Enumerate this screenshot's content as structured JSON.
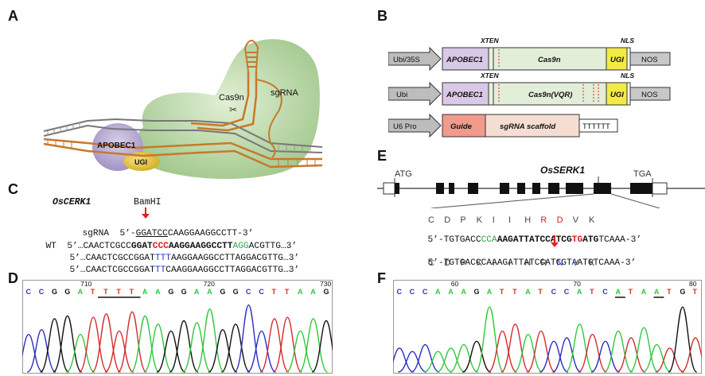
{
  "panels": {
    "a": "A",
    "b": "B",
    "c": "C",
    "d": "D",
    "e": "E",
    "f": "F"
  },
  "panelA": {
    "cas9n": "Cas9n",
    "sgrna": "sgRNA",
    "apobec1": "APOBEC1",
    "ugi": "UGI",
    "scissors": "✂"
  },
  "panelB": {
    "row1": {
      "promoter": "Ubi/35S",
      "apobec": "APOBEC1",
      "xten": "XTEN",
      "cas": "Cas9n",
      "nls": "NLS",
      "ugi": "UGI",
      "term": "NOS"
    },
    "row2": {
      "promoter": "Ubi",
      "apobec": "APOBEC1",
      "xten": "XTEN",
      "cas": "Cas9n(VQR)",
      "nls": "NLS",
      "ugi": "UGI",
      "term": "NOS"
    },
    "row3": {
      "promoter": "U6 Pro",
      "guide": "Guide",
      "scaffold": "sgRNA scaffold",
      "term": "TTTTTT"
    }
  },
  "panelC": {
    "gene": "OsCERK1",
    "site": "BamHI",
    "sgrna_label": "sgRNA",
    "sgrna_prefix": "5’-",
    "sgrna_site": "GGATCC",
    "sgrna_rest": "CAAGGAAGGCCTT-3’",
    "wt_label": "WT",
    "wt_a": "5’…CAACTCGCC",
    "wt_b": "GGAT",
    "wt_c": "CCC",
    "wt_d": "AAGGAAGGCCTT",
    "wt_e": "AGG",
    "wt_f": "ACGTTG…3’",
    "m1_a": "5’…CAACTCGCCGGAT",
    "m1_b": "TTT",
    "m1_c": "AAGGAAGGCCTTAGGACGTTG…3’",
    "m2_a": "5’…CAACTCGCCGGAT",
    "m2_b": "TT",
    "m2_c": "CAAGGAAGGCCTTAGGACGTTG…3’"
  },
  "panelD": {
    "ticks": [
      "710",
      "720",
      "730"
    ],
    "bases": [
      "C",
      "C",
      "G",
      "G",
      "A",
      "T",
      "T",
      "T",
      "T",
      "A",
      "A",
      "G",
      "G",
      "A",
      "A",
      "G",
      "G",
      "C",
      "C",
      "T",
      "T",
      "A",
      "A",
      "G"
    ],
    "peaks": [
      {
        "base": "C",
        "h": 0.55
      },
      {
        "base": "C",
        "h": 0.62
      },
      {
        "base": "G",
        "h": 0.78
      },
      {
        "base": "G",
        "h": 0.82
      },
      {
        "base": "A",
        "h": 0.55
      },
      {
        "base": "T",
        "h": 0.8
      },
      {
        "base": "T",
        "h": 0.85
      },
      {
        "base": "T",
        "h": 0.6
      },
      {
        "base": "T",
        "h": 0.88
      },
      {
        "base": "A",
        "h": 0.82
      },
      {
        "base": "A",
        "h": 0.7
      },
      {
        "base": "G",
        "h": 0.6
      },
      {
        "base": "G",
        "h": 0.75
      },
      {
        "base": "A",
        "h": 0.72
      },
      {
        "base": "A",
        "h": 0.92
      },
      {
        "base": "G",
        "h": 0.62
      },
      {
        "base": "G",
        "h": 0.7
      },
      {
        "base": "C",
        "h": 0.98
      },
      {
        "base": "C",
        "h": 0.6
      },
      {
        "base": "T",
        "h": 0.78
      },
      {
        "base": "T",
        "h": 0.8
      },
      {
        "base": "A",
        "h": 0.6
      },
      {
        "base": "A",
        "h": 0.78
      },
      {
        "base": "G",
        "h": 0.75
      }
    ]
  },
  "panelE": {
    "atg": "ATG",
    "gene": "OsSERK1",
    "tga": "TGA",
    "aa_top": [
      "C",
      "D",
      "P",
      "K",
      "I",
      "I",
      "H",
      "R",
      "D",
      "V",
      "K"
    ],
    "wt_a": "5’-TGTGACC",
    "wt_b": "CCA",
    "wt_c": "AAGATTATCCATCG",
    "wt_d": "TG",
    "wt_e": "ATG",
    "wt_f": "TCAAA-3’",
    "mut_a": "5’-TGTGACCCAAAGATTATCCATCGT",
    "mut_b": "A",
    "mut_c": "ATGTCAAA-3’",
    "aa_bot": [
      "C",
      "D",
      "P",
      "K",
      "I",
      "I",
      "H",
      "R",
      "N",
      "V",
      "K"
    ]
  },
  "panelF": {
    "ticks": [
      "60",
      "70",
      "80"
    ],
    "bases": [
      "C",
      "C",
      "C",
      "A",
      "A",
      "A",
      "G",
      "A",
      "T",
      "T",
      "A",
      "T",
      "C",
      "C",
      "A",
      "T",
      "C",
      "A",
      "T",
      "A",
      "A",
      "T",
      "G",
      "T"
    ],
    "peaks": [
      {
        "base": "C",
        "h": 0.35
      },
      {
        "base": "C",
        "h": 0.3
      },
      {
        "base": "C",
        "h": 0.4
      },
      {
        "base": "A",
        "h": 0.3
      },
      {
        "base": "A",
        "h": 0.35
      },
      {
        "base": "A",
        "h": 0.4
      },
      {
        "base": "G",
        "h": 0.45
      },
      {
        "base": "A",
        "h": 0.95
      },
      {
        "base": "T",
        "h": 0.6
      },
      {
        "base": "T",
        "h": 0.7
      },
      {
        "base": "A",
        "h": 0.55
      },
      {
        "base": "T",
        "h": 0.6
      },
      {
        "base": "C",
        "h": 0.45
      },
      {
        "base": "C",
        "h": 0.5
      },
      {
        "base": "A",
        "h": 0.7
      },
      {
        "base": "T",
        "h": 0.55
      },
      {
        "base": "C",
        "h": 0.45
      },
      {
        "base": "A",
        "h": 0.6
      },
      {
        "base": "T",
        "h": 0.5
      },
      {
        "base": "A",
        "h": 0.65
      },
      {
        "base": "A",
        "h": 0.4
      },
      {
        "base": "T",
        "h": 0.35
      },
      {
        "base": "G",
        "h": 0.95
      },
      {
        "base": "T",
        "h": 0.5
      }
    ]
  },
  "colors": {
    "A": "#2ec93a",
    "C": "#2b2fbf",
    "G": "#111111",
    "T": "#d42b2b"
  }
}
